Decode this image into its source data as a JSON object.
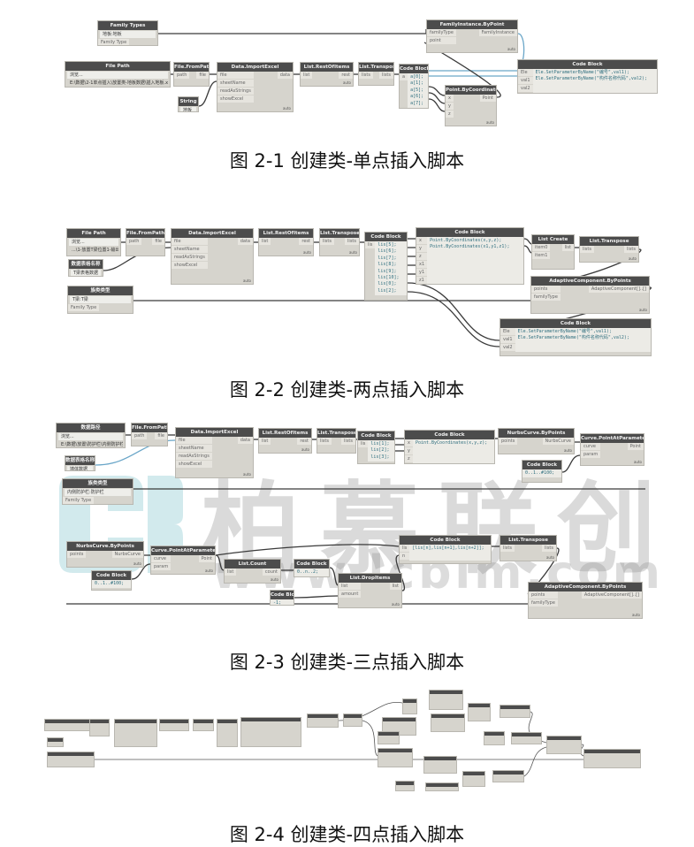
{
  "watermark": {
    "brand": "柏慕联创",
    "url": "www.lcbim.com",
    "logo_color": "#5fb3bd"
  },
  "colors": {
    "node_header": "#4c4c4c",
    "node_body": "#d6d4cd",
    "wire": "#3a3a3a",
    "wire_selected": "#6aa6c8"
  },
  "figures": [
    {
      "caption": "图 2-1 创建类-单点插入脚本",
      "nodes": {
        "family_types": {
          "title": "Family Types",
          "value": "地板:地板",
          "outputs": [
            "Family Type"
          ]
        },
        "file_path": {
          "title": "File Path",
          "value": "浏览...",
          "path": "E:\\数据\\2-1单点插入\\放置类-地板数据\\插入地板.xlsx"
        },
        "file_from_path": {
          "title": "File.FromPath",
          "inputs": [
            "path"
          ],
          "outputs": [
            "file"
          ]
        },
        "string": {
          "title": "String",
          "value": "地板"
        },
        "import_excel": {
          "title": "Data.ImportExcel",
          "inputs": [
            "file",
            "sheetName",
            "readAsStrings",
            "showExcel"
          ],
          "outputs": [
            "data"
          ],
          "lacing": "auto"
        },
        "rest_of_items": {
          "title": "List.RestOfItems",
          "inputs": [
            "list"
          ],
          "outputs": [
            "rest"
          ],
          "lacing": "auto"
        },
        "transpose": {
          "title": "List.Transpose",
          "inputs": [
            "lists"
          ],
          "outputs": [
            "lists"
          ]
        },
        "code_block_1": {
          "title": "Code Block",
          "inputs": [
            "a"
          ],
          "code": "a[0];\na[1];\na[5];\na[6];\na[7];"
        },
        "family_instance": {
          "title": "FamilyInstance.ByPoint",
          "inputs": [
            "familyType",
            "point"
          ],
          "outputs": [
            "FamilyInstance"
          ],
          "lacing": "auto"
        },
        "point_by_coords": {
          "title": "Point.ByCoordinates",
          "inputs": [
            "x",
            "y",
            "z"
          ],
          "outputs": [
            "Point"
          ],
          "lacing": "auto"
        },
        "code_block_2": {
          "title": "Code Block",
          "inputs": [
            "Ele",
            "val1",
            "val2"
          ],
          "code": "Ele.SetParameterByName(\"编号\",val1);\nEle.SetParameterByName(\"构件名称代码\",val2);"
        }
      }
    },
    {
      "caption": "图 2-2 创建类-两点插入脚本",
      "nodes": {
        "file_path": {
          "title": "File Path",
          "value": "浏览...",
          "path": "...\\1-放置T梁位置1-输出.xls"
        },
        "sheet_name": {
          "title": "数据表格名称",
          "value": "T梁表格数据"
        },
        "family_type": {
          "title": "族类类型",
          "value": "T梁:T梁",
          "outputs": [
            "Family Type"
          ]
        },
        "file_from_path": {
          "title": "File.FromPath",
          "inputs": [
            "path"
          ],
          "outputs": [
            "file"
          ]
        },
        "import_excel": {
          "title": "Data.ImportExcel",
          "inputs": [
            "file",
            "sheetName",
            "readAsStrings",
            "showExcel"
          ],
          "outputs": [
            "data"
          ],
          "lacing": "auto"
        },
        "rest_of_items": {
          "title": "List.RestOfItems",
          "inputs": [
            "list"
          ],
          "outputs": [
            "rest"
          ],
          "lacing": "auto"
        },
        "transpose": {
          "title": "List.Transpose",
          "inputs": [
            "lists"
          ],
          "outputs": [
            "lists"
          ],
          "lacing": "auto"
        },
        "code_block_1": {
          "title": "Code Block",
          "inputs": [
            "lis"
          ],
          "code": "lis[5];\nlis[6];\nlis[7];\nlis[8];\nlis[9];\nlis[10];\nlis[0];\nlis[2];"
        },
        "code_block_2": {
          "title": "Code Block",
          "inputs": [
            "x",
            "y",
            "z",
            "x1",
            "y1",
            "z1"
          ],
          "code": "Point.ByCoordinates(x,y,z);\nPoint.ByCoordinates(x1,y1,z1);"
        },
        "list_create": {
          "title": "List Create",
          "inputs": [
            "item0",
            "item1"
          ],
          "outputs": [
            "list"
          ]
        },
        "transpose_2": {
          "title": "List.Transpose",
          "inputs": [
            "lists"
          ],
          "outputs": [
            "lists"
          ],
          "lacing": "auto"
        },
        "adaptive": {
          "title": "AdaptiveComponent.ByPoints",
          "inputs": [
            "points",
            "familyType"
          ],
          "outputs": [
            "AdaptiveComponent[]..[]"
          ],
          "lacing": "auto"
        },
        "code_block_3": {
          "title": "Code Block",
          "inputs": [
            "Ele",
            "val1",
            "val2"
          ],
          "code": "Ele.SetParameterByName(\"编号\",val1);\nEle.SetParameterByName(\"构件名称代码\",val2);"
        }
      }
    },
    {
      "caption": "图 2-3 创建类-三点插入脚本",
      "nodes": {
        "file_path": {
          "title": "数据路径",
          "value": "浏览...",
          "path": "E:\\数据\\放置\\防护栏\\内侧防护栏.xls"
        },
        "file_from_path": {
          "title": "File.FromPath",
          "inputs": [
            "path"
          ],
          "outputs": [
            "file"
          ]
        },
        "sheet_name": {
          "title": "数据表格名称",
          "value": "墙体数据"
        },
        "family_type": {
          "title": "族类类型",
          "value": "内侧防护栏:防护栏",
          "outputs": [
            "Family Type"
          ]
        },
        "import_excel": {
          "title": "Data.ImportExcel",
          "inputs": [
            "file",
            "sheetName",
            "readAsStrings",
            "showExcel"
          ],
          "outputs": [
            "data"
          ],
          "lacing": "auto"
        },
        "rest_of_items": {
          "title": "List.RestOfItems",
          "inputs": [
            "list"
          ],
          "outputs": [
            "rest"
          ],
          "lacing": "auto"
        },
        "transpose": {
          "title": "List.Transpose",
          "inputs": [
            "lists"
          ],
          "outputs": [
            "lists"
          ]
        },
        "code_block_1": {
          "title": "Code Block",
          "inputs": [
            "lis"
          ],
          "code": "lis[1];\nlis[2];\nlis[3];"
        },
        "code_block_2": {
          "title": "Code Block",
          "inputs": [
            "x",
            "y",
            "z"
          ],
          "code": "Point.ByCoordinates(x,y,z);"
        },
        "nurbs": {
          "title": "NurbsCurve.ByPoints",
          "inputs": [
            "points"
          ],
          "outputs": [
            "NurbsCurve"
          ],
          "lacing": "auto"
        },
        "code_block_3": {
          "title": "Code Block",
          "code": "0..1..#100;"
        },
        "point_at_param": {
          "title": "Curve.PointAtParameter",
          "inputs": [
            "curve",
            "param"
          ],
          "outputs": [
            "Point"
          ],
          "lacing": "auto"
        },
        "nurbs_2": {
          "title": "NurbsCurve.ByPoints",
          "inputs": [
            "points"
          ],
          "outputs": [
            "NurbsCurve"
          ],
          "lacing": "auto"
        },
        "code_block_4": {
          "title": "Code Block",
          "code": "0..1..#100;"
        },
        "point_at_param_2": {
          "title": "Curve.PointAtParameter",
          "inputs": [
            "curve",
            "param"
          ],
          "outputs": [
            "Point"
          ],
          "lacing": "auto"
        },
        "list_count": {
          "title": "List.Count",
          "inputs": [
            "list"
          ],
          "outputs": [
            "count"
          ],
          "lacing": "auto"
        },
        "code_block_5": {
          "title": "Code Block",
          "code": "0..n..2;"
        },
        "code_block_6": {
          "title": "Code Block",
          "code": "-1;"
        },
        "drop_items": {
          "title": "List.DropItems",
          "inputs": [
            "list",
            "amount"
          ],
          "outputs": [
            "list"
          ],
          "lacing": "auto"
        },
        "code_block_7": {
          "title": "Code Block",
          "inputs": [
            "lis",
            "n"
          ],
          "code": "[lis[n],lis[n+1],lis[n+2]];"
        },
        "transpose_2": {
          "title": "List.Transpose",
          "inputs": [
            "lists"
          ],
          "outputs": [
            "lists"
          ],
          "lacing": "auto"
        },
        "adaptive": {
          "title": "AdaptiveComponent.ByPoints",
          "inputs": [
            "points",
            "familyType"
          ],
          "outputs": [
            "AdaptiveComponent[]..[]"
          ],
          "lacing": "auto"
        }
      }
    },
    {
      "caption": "图 2-4 创建类-四点插入脚本"
    }
  ]
}
